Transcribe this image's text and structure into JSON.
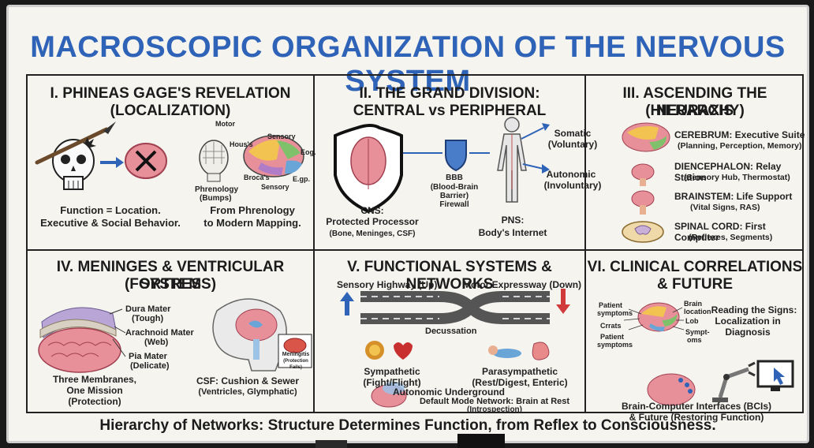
{
  "title": "MACROSCOPIC ORGANIZATION OF THE NERVOUS SYSTEM",
  "p1": {
    "h1": "I. PHINEAS GAGE'S REVELATION",
    "h2": "(LOCALIZATION)",
    "c1": "Function = Location.",
    "c2": "Executive & Social Behavior.",
    "c3": "From Phrenology",
    "c4": "to Modern Mapping.",
    "phren1": "Phrenology",
    "phren2": "(Bumps)",
    "motor": "Motor",
    "sensory": "Sensory",
    "hous": "Hous's",
    "eog": "Eog.",
    "broca": "Broca's",
    "sensory2": "Sensory",
    "egp": "E.gp."
  },
  "p2": {
    "h1": "II. THE GRAND DIVISION:",
    "h2": "CENTRAL vs PERIPHERAL",
    "somatic": "Somatic",
    "vol": "(Voluntary)",
    "auto": "Autonomic",
    "invol": "(Involuntary)",
    "bbb1": "BBB",
    "bbb2": "(Blood-Brain",
    "bbb3": "Barrier)",
    "bbb4": "Firewall",
    "cns1": "CNS:",
    "cns2": "Protected Processor",
    "cns3": "(Bone, Meninges, CSF)",
    "pns1": "PNS:",
    "pns2": "Body's Internet"
  },
  "p3": {
    "h1": "III. ASCENDING THE NEURAXIS",
    "h2": "(HIERARCHY)",
    "items": [
      {
        "a": "CEREBRUM: Executive Suite",
        "b": "(Planning, Perception, Memory)"
      },
      {
        "a": "DIENCEPHALON: Relay Station",
        "b": "(Sensory Hub, Thermostat)"
      },
      {
        "a": "BRAINSTEM: Life Support",
        "b": "(Vital Signs, RAS)"
      },
      {
        "a": "SPINAL CORD: First Computer",
        "b": "(Reflexes, Segments)"
      }
    ]
  },
  "p4": {
    "h1": "IV. MENINGES & VENTRICULAR SYSTEM",
    "h2": "(FORTRESS)",
    "dura1": "Dura Mater",
    "dura2": "(Tough)",
    "arach1": "Arachnoid Mater",
    "arach2": "(Web)",
    "pia1": "Pia Mater",
    "pia2": "(Delicate)",
    "m1": "Three Membranes,",
    "m2": "One Mission",
    "m3": "(Protection)",
    "csf1": "CSF: Cushion & Sewer",
    "csf2": "(Ventricles, Glymphatic)",
    "men1": "Meningitis",
    "men2": "(Protection Fails)"
  },
  "p5": {
    "h1": "V. FUNCTIONAL SYSTEMS & NETWORKS",
    "sens": "Sensory Highway (Up)",
    "motor": "Motor Expressway (Down)",
    "dec": "Decussation",
    "sym1": "Sympathetic",
    "sym2": "(Fight/Flight)",
    "para1": "Parasympathetic",
    "para2": "(Rest/Digest, Enteric)",
    "auto": "Autonomic Underground",
    "dmn1": "Default Mode Network: Brain at Rest",
    "dmn2": "(Introspection)"
  },
  "p6": {
    "h1": "VI. CLINICAL CORRELATIONS",
    "h2": "& FUTURE",
    "ps1": "Patient",
    "ps2": "symptoms",
    "crrats": "Crrats",
    "ps3": "Patient",
    "ps4": "symptoms",
    "bl1": "Brain",
    "bl2": "location",
    "lob": "Lob",
    "sy1": "Sympt-",
    "sy2": "oms",
    "r1": "Reading the Signs:",
    "r2": "Localization in Diagnosis",
    "bci1": "Brain-Computer Interfaces (BCIs)",
    "bci2": "& Future (Restoring Function)"
  },
  "footer": "Hierarchy of Networks: Structure Determines Function, from Reflex to Consciousness.",
  "colors": {
    "title": "#2f63b8",
    "arrow": "#2f63b8",
    "down": "#d03a3a",
    "brain": "#e8909a"
  }
}
